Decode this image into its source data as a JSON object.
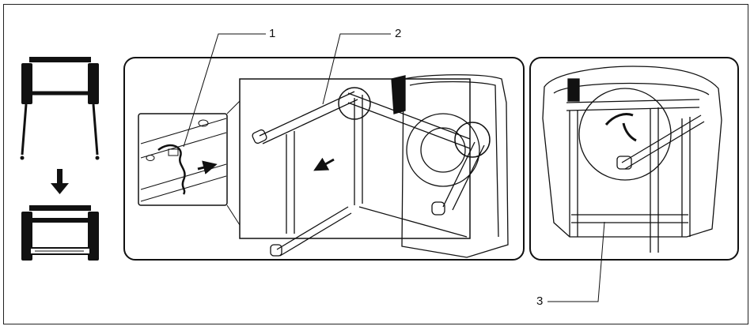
{
  "callouts": [
    {
      "id": "1",
      "label": "1"
    },
    {
      "id": "2",
      "label": "2"
    },
    {
      "id": "3",
      "label": "3"
    }
  ],
  "icons": {
    "step_arrow": "arrow-down-icon",
    "frame_open": "frame-unfolded-icon",
    "frame_folded": "frame-folded-icon",
    "direction_arrow": "push-arrow-icon"
  },
  "colors": {
    "line": "#111111",
    "panel_border": "#111111",
    "background": "#ffffff",
    "fill_dark": "#111111"
  }
}
